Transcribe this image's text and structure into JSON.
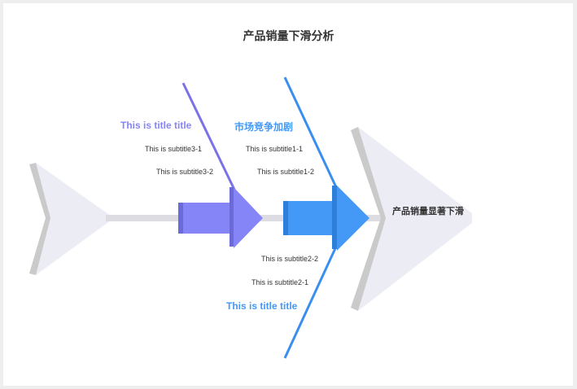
{
  "title": "产品销量下滑分析",
  "head": "产品销量显著下滑",
  "colors": {
    "purple": "#8585f7",
    "blue": "#4499f7",
    "shape": "#ececf5",
    "shadow": "#cacaca"
  },
  "branches": [
    {
      "title": "This is title title",
      "subtitles": [
        "This is subtitle3-1",
        "This is subtitle3-2"
      ]
    },
    {
      "title": "市场竞争加剧",
      "subtitles": [
        "This is subtitle1-1",
        "This is subtitle1-2"
      ]
    },
    {
      "title": "This is title title",
      "subtitles": [
        "This is subtitle2-2",
        "This is subtitle2-1"
      ]
    }
  ]
}
